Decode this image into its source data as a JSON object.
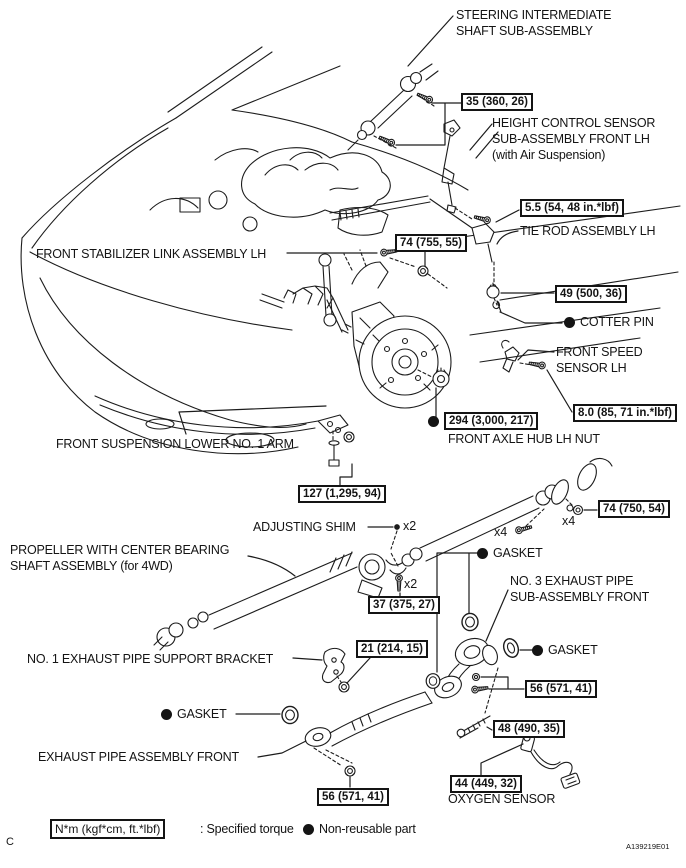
{
  "figure": {
    "code": "A139219E01",
    "page_letter": "C"
  },
  "legend": {
    "torque_units": "N*m (kgf*cm, ft.*lbf)",
    "torque_desc": ": Specified torque",
    "nonreusable": "Non-reusable part"
  },
  "labels": {
    "steering1": "STEERING INTERMEDIATE",
    "steering2": "SHAFT SUB-ASSEMBLY",
    "height1": "HEIGHT CONTROL SENSOR",
    "height2": "SUB-ASSEMBLY FRONT  LH",
    "height3": "(with Air Suspension)",
    "tie_rod": "TIE ROD ASSEMBLY LH",
    "stabilizer": "FRONT STABILIZER LINK ASSEMBLY LH",
    "cotter": "COTTER PIN",
    "speed1": "FRONT SPEED",
    "speed2": "SENSOR LH",
    "axle_hub": "FRONT AXLE HUB LH NUT",
    "lower_arm": "FRONT SUSPENSION LOWER NO. 1 ARM",
    "shim": "ADJUSTING SHIM",
    "propeller1": "PROPELLER WITH CENTER BEARING",
    "propeller2": "SHAFT ASSEMBLY (for 4WD)",
    "gasket": "GASKET",
    "no3_1": "NO. 3 EXHAUST PIPE",
    "no3_2": "SUB-ASSEMBLY FRONT",
    "bracket": "NO. 1 EXHAUST PIPE SUPPORT BRACKET",
    "exhaust_front": "EXHAUST PIPE ASSEMBLY FRONT",
    "oxygen": "OXYGEN SENSOR"
  },
  "torques": {
    "steering_bolt": "35 (360, 26)",
    "height_bolt": "5.5 (54, 48 in.*lbf)",
    "stab_nut": "74 (755, 55)",
    "tie_rod_nut": "49 (500, 36)",
    "speed_bolt": "8.0 (85, 71 in.*lbf)",
    "hub_nut": "294 (3,000, 217)",
    "arm_bolt": "127 (1,295, 94)",
    "prop_flange": "74 (750, 54)",
    "bearing_bolt": "37 (375, 27)",
    "bracket_nut": "21 (214, 15)",
    "no3_bolt": "56 (571, 41)",
    "stud_bolt": "48 (490, 35)",
    "front_pipe_nut": "56 (571, 41)",
    "oxygen_sensor": "44 (449, 32)"
  },
  "counts": {
    "shim": "x2",
    "bearing_bolts": "x2",
    "prop_bolts": "x4",
    "flange_nuts": "x4"
  }
}
